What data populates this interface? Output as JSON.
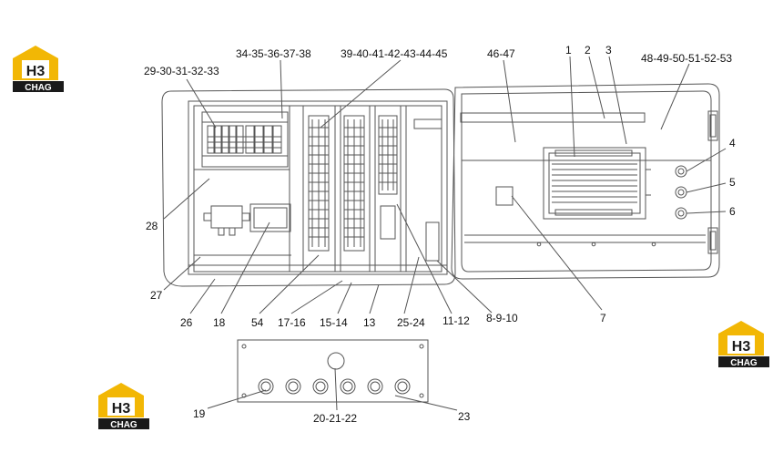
{
  "colors": {
    "logo_house": "#f2b705",
    "logo_dark": "#1a1a1a",
    "line": "#555555",
    "label": "#111111"
  },
  "logo": {
    "mark": "H3",
    "word": "CHAG"
  },
  "callouts": [
    "29-30-31-32-33",
    "34-35-36-37-38",
    "39-40-41-42-43-44-45",
    "46-47",
    "1",
    "2",
    "3",
    "48-49-50-51-52-53",
    "4",
    "5",
    "6",
    "28",
    "27",
    "26",
    "18",
    "54",
    "17-16",
    "15-14",
    "13",
    "25-24",
    "11-12",
    "8-9-10",
    "7",
    "19",
    "20-21-22",
    "23"
  ]
}
